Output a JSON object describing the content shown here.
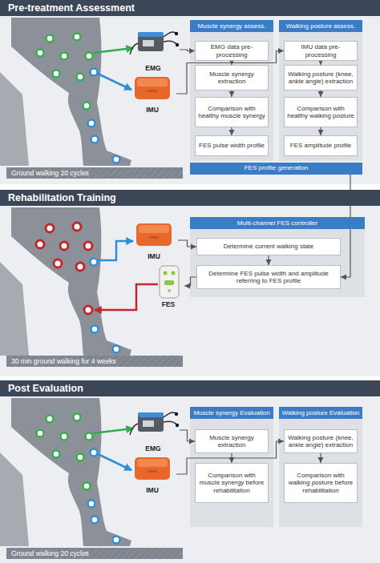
{
  "diagram": {
    "nodes": [
      {
        "text": [
          "Pre-treatment Assessment"
        ]
      },
      {
        "text": [
          "EMG"
        ],
        "in": 0
      },
      {
        "text": [
          "IMU"
        ],
        "in": 0
      },
      {
        "text": [
          "Muscle synergy assess."
        ],
        "in": 0
      },
      {
        "text": [
          "EMG data pre-processing"
        ],
        "in": 3
      },
      {
        "text": [
          "Muscle synergy extraction"
        ],
        "in": 3
      },
      {
        "text": [
          "Comparison with healthy muscle synergy"
        ],
        "in": 3
      },
      {
        "text": [
          "FES pulse width profile"
        ],
        "in": 3
      },
      {
        "text": [
          "Walking posture assess."
        ],
        "in": 0
      },
      {
        "text": [
          "IMU data pre-processing"
        ],
        "in": 8
      },
      {
        "text": [
          "Walking posture (knee, ankle angle) extraction"
        ],
        "in": 8
      },
      {
        "text": [
          "Comparison with healthy walking posture"
        ],
        "in": 8
      },
      {
        "text": [
          "FES amplitude profile"
        ],
        "in": 8
      },
      {
        "text": [
          "FES profile generation"
        ],
        "in": 0
      },
      {
        "text": [
          "Rehabilitation Training"
        ]
      },
      {
        "text": [
          "IMU"
        ],
        "in": 14
      },
      {
        "text": [
          "FES"
        ],
        "in": 14
      },
      {
        "text": [
          "Multi-channel FES controller"
        ],
        "in": 14
      },
      {
        "text": [
          "Determine current walking state"
        ],
        "in": 17
      },
      {
        "text": [
          "Determine FES pulse width and amplitude referring to FES profile"
        ],
        "in": 17
      },
      {
        "text": [
          "Post Evaluation"
        ]
      },
      {
        "text": [
          "EMG"
        ],
        "in": 20
      },
      {
        "text": [
          "IMU"
        ],
        "in": 20
      },
      {
        "text": [
          "Muscle synergy Evaluation"
        ],
        "in": 20
      },
      {
        "text": [
          "Muscle synergy extraction"
        ],
        "in": 23
      },
      {
        "text": [
          "Comparison with muscle synergy before rehabilitation"
        ],
        "in": 23
      },
      {
        "text": [
          "Walking posture Evaluation"
        ],
        "in": 20
      },
      {
        "text": [
          "Walking posture (knee, ankle angle) extraction"
        ],
        "in": 26
      },
      {
        "text": [
          "Comparison with walking posture before rehabilitation"
        ],
        "in": 26
      }
    ],
    "edges": [
      {
        "from": 1,
        "to": 4,
        "arrow": "to"
      },
      {
        "from": 2,
        "to": 9,
        "arrow": "to"
      },
      {
        "from": 4,
        "to": 5,
        "arrow": "to"
      },
      {
        "from": 5,
        "to": 6,
        "arrow": "to"
      },
      {
        "from": 6,
        "to": 7,
        "arrow": "to"
      },
      {
        "from": 9,
        "to": 10,
        "arrow": "to"
      },
      {
        "from": 10,
        "to": 11,
        "arrow": "to"
      },
      {
        "from": 11,
        "to": 12,
        "arrow": "to"
      },
      {
        "from": 13,
        "to": 19,
        "arrow": "to"
      },
      {
        "from": 15,
        "to": 18,
        "arrow": "to"
      },
      {
        "from": 18,
        "to": 19,
        "arrow": "to"
      },
      {
        "from": 19,
        "to": 16,
        "arrow": "to"
      },
      {
        "from": 21,
        "to": 24,
        "arrow": "to"
      },
      {
        "from": 22,
        "to": 27,
        "arrow": "to"
      },
      {
        "from": 24,
        "to": 25,
        "arrow": "to"
      },
      {
        "from": 27,
        "to": 28,
        "arrow": "to"
      }
    ],
    "labels": [
      "Ground walking 20 cycles",
      "30 min ground walking for 4 weeks",
      "Ground walking 20 cycles"
    ]
  }
}
